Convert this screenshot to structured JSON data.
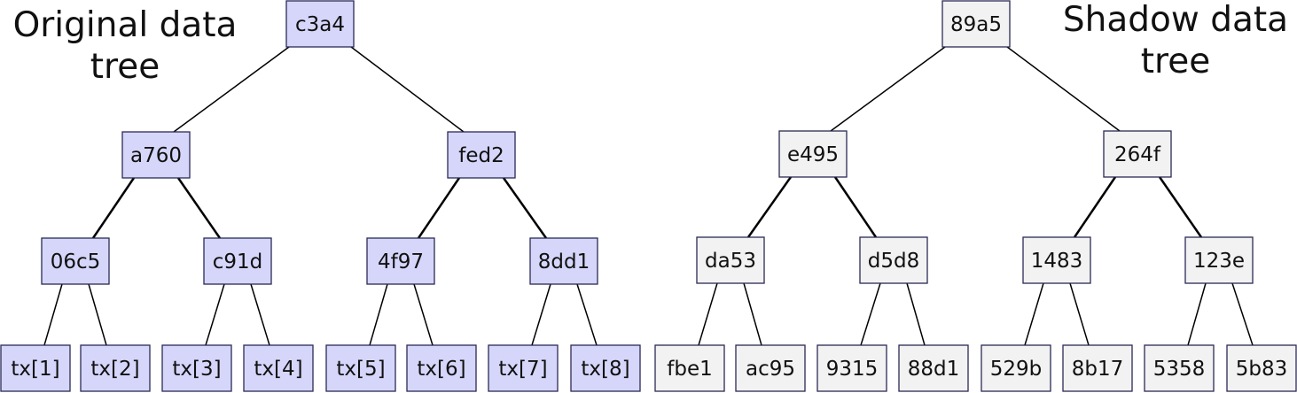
{
  "titles": {
    "left": "Original data tree",
    "right": "Shadow data tree"
  },
  "colors": {
    "original_fill": "#d6d6fb",
    "shadow_fill": "#f2f2f2",
    "border": "#2a2a55",
    "edge": "#000000"
  },
  "trees": [
    {
      "name": "original",
      "levels": [
        [
          "c3a4"
        ],
        [
          "a760",
          "fed2"
        ],
        [
          "06c5",
          "c91d",
          "4f97",
          "8dd1"
        ],
        [
          "tx[1]",
          "tx[2]",
          "tx[3]",
          "tx[4]",
          "tx[5]",
          "tx[6]",
          "tx[7]",
          "tx[8]"
        ]
      ]
    },
    {
      "name": "shadow",
      "levels": [
        [
          "89a5"
        ],
        [
          "e495",
          "264f"
        ],
        [
          "da53",
          "d5d8",
          "1483",
          "123e"
        ],
        [
          "fbe1",
          "ac95",
          "9315",
          "88d1",
          "529b",
          "8b17",
          "5358",
          "5b83"
        ]
      ]
    }
  ]
}
